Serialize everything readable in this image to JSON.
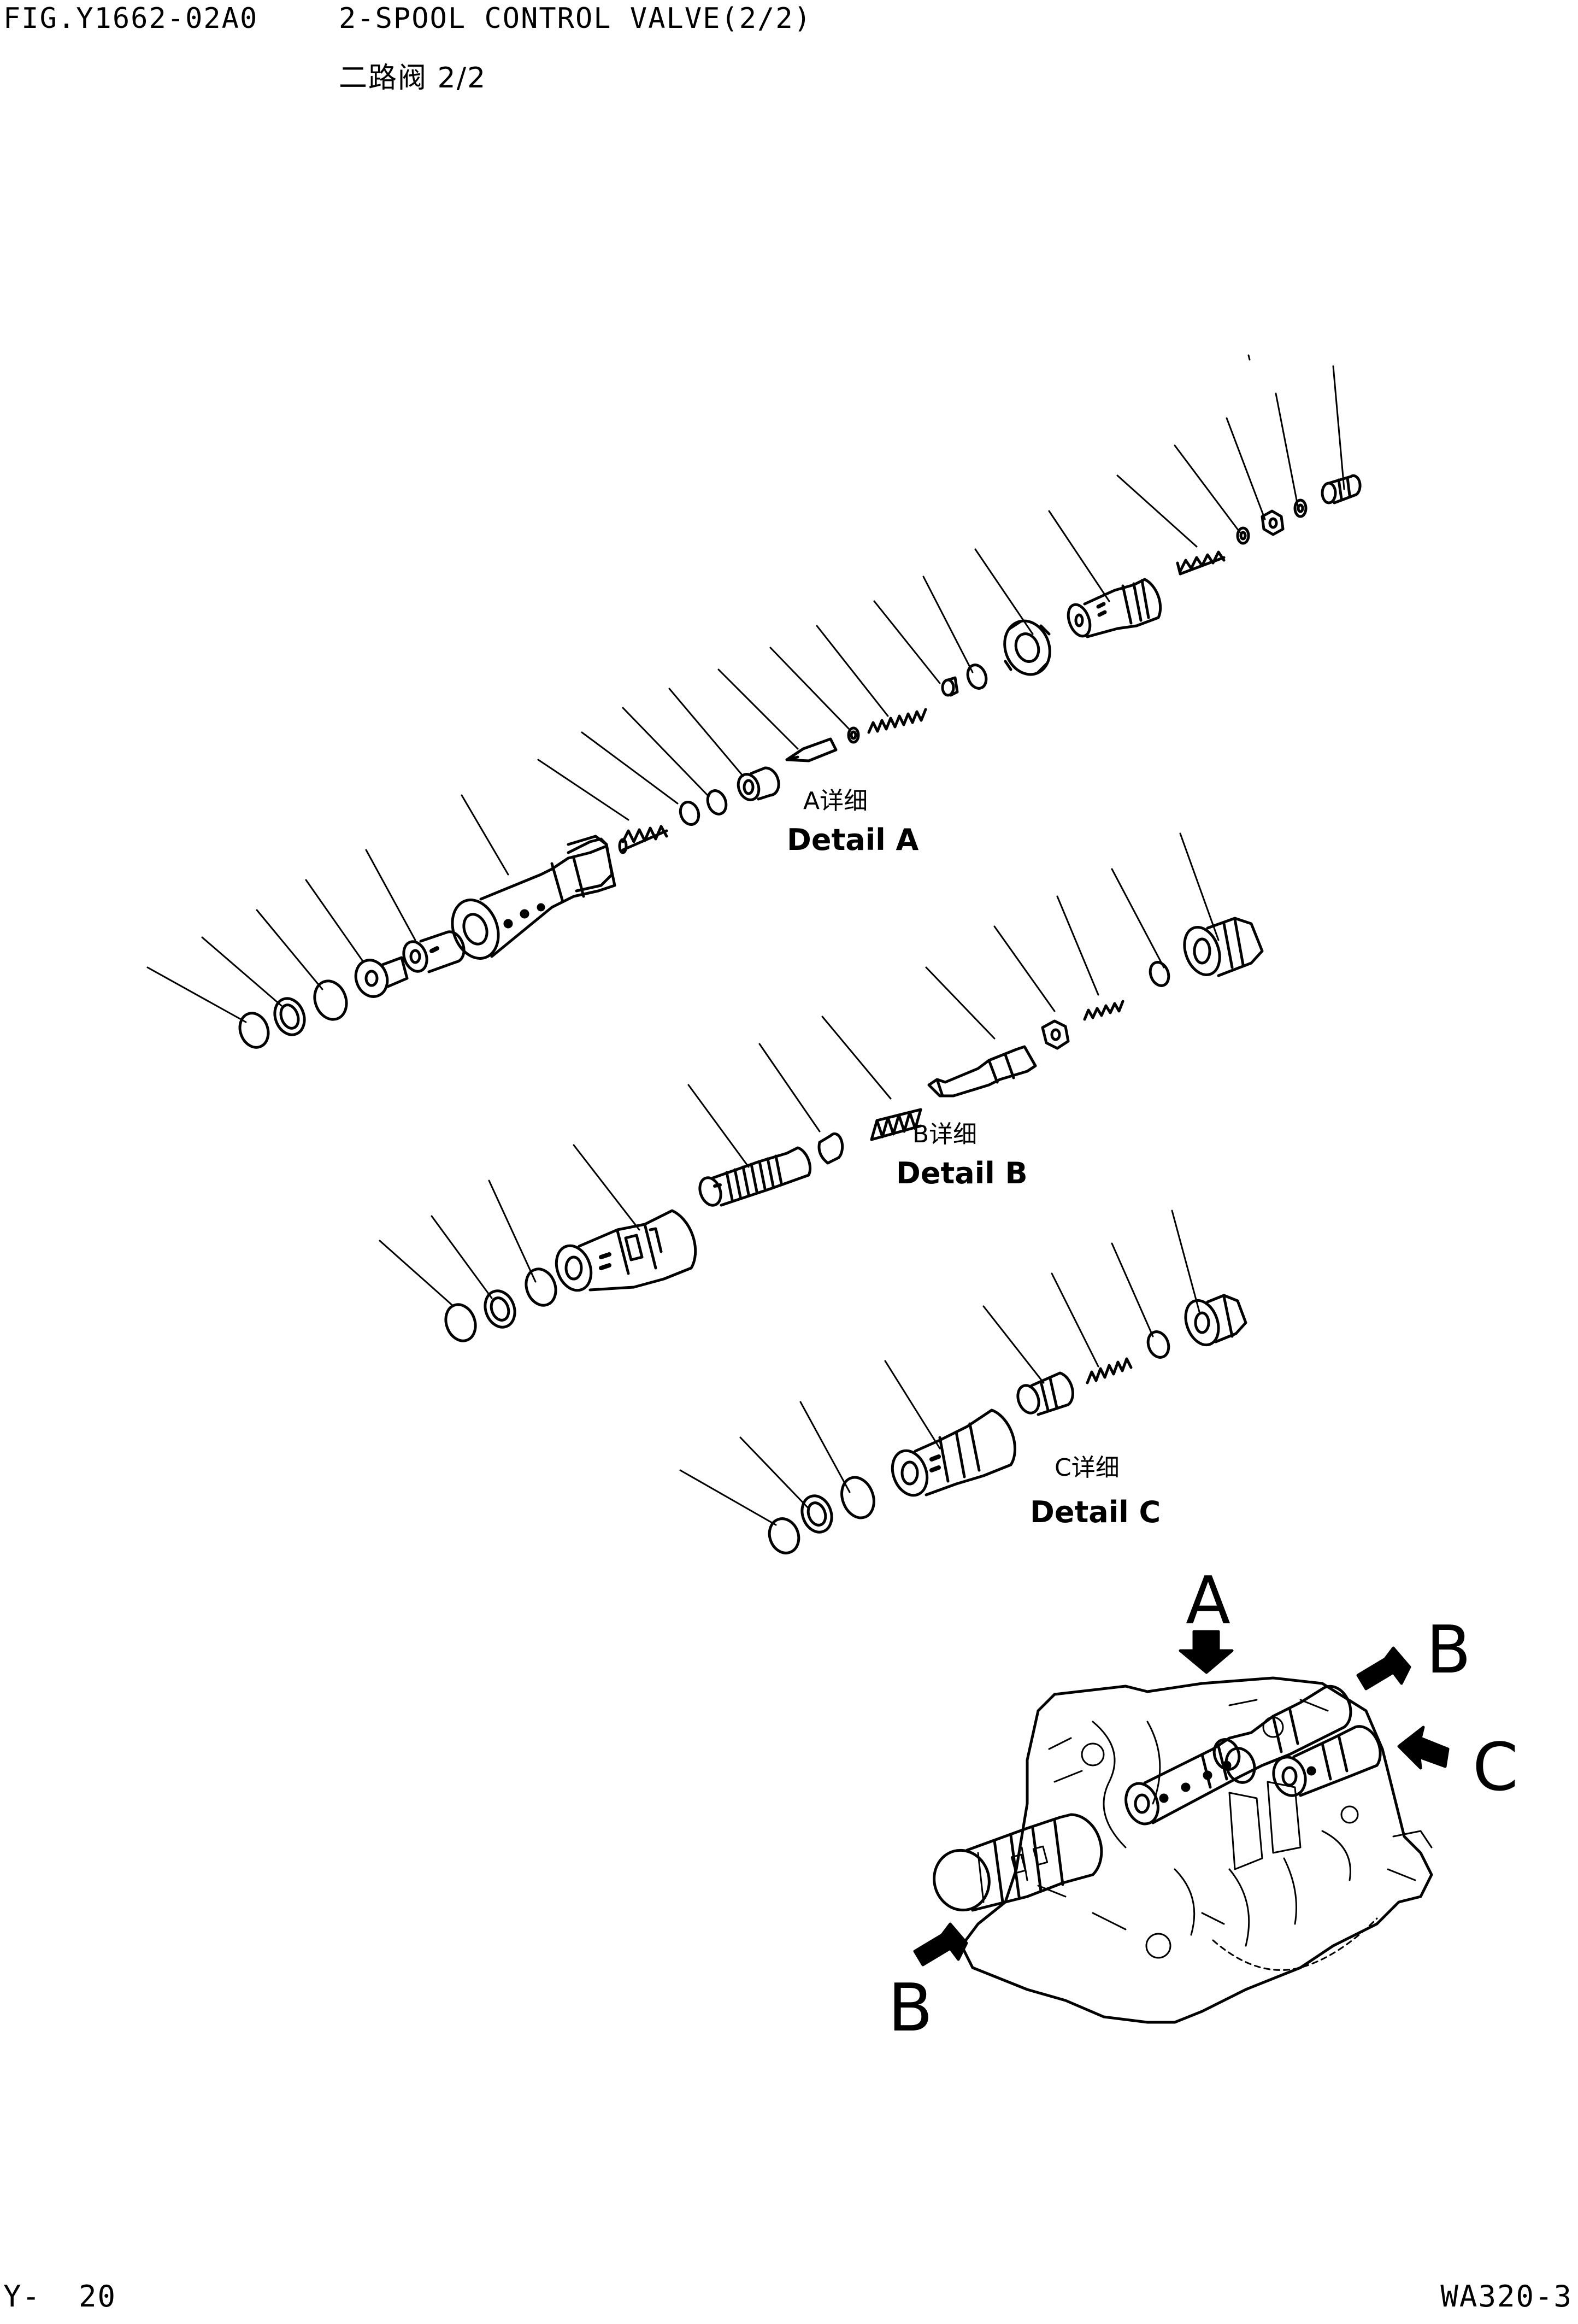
{
  "header": {
    "figure_id": "FIG.Y1662-02A0",
    "title": "2-SPOOL CONTROL VALVE(2/2)",
    "title_cn": "二路阀 2/2"
  },
  "details": {
    "a": {
      "label_cn": "A详细",
      "label_en": "Detail A"
    },
    "b": {
      "label_cn": "B详细",
      "label_en": "Detail B"
    },
    "c": {
      "label_cn": "C详细",
      "label_en": "Detail C"
    }
  },
  "view_letters": {
    "a": "A",
    "b_top": "B",
    "c": "C",
    "b_bottom": "B"
  },
  "footer": {
    "page": "Y-  20",
    "model": "WA320-3"
  }
}
